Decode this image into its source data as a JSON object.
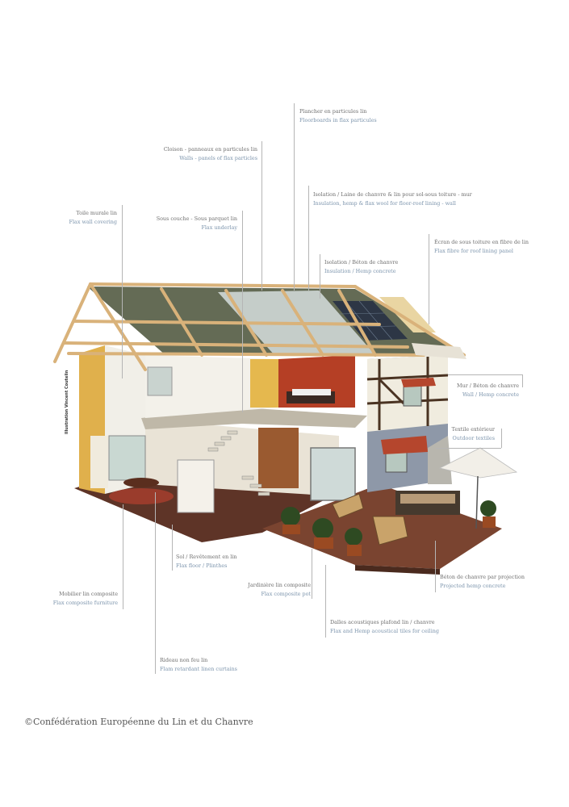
{
  "labels": [
    {
      "id": "floorboards",
      "fr": "Plancher en particules lin",
      "en": "Floorboards in flax particules"
    },
    {
      "id": "walls-panels",
      "fr": "Cloison - panneaux en particules lin",
      "en": "Walls - panels of flax particles"
    },
    {
      "id": "insulation-wool",
      "fr": "Isolation / Laine de chanvre & lin pour sol-sous toiture - mur",
      "en": "Insulation, hemp & flax wool for floor-roof lining - wall"
    },
    {
      "id": "wall-covering",
      "fr": "Toile murale lin",
      "en": "Flax wall covering"
    },
    {
      "id": "underlay",
      "fr": "Sous couche - Sous parquet lin",
      "en": "Flax underlay"
    },
    {
      "id": "roof-screen",
      "fr": "Écran de sous toiture en fibre de lin",
      "en": "Flax fibre for roof lining panel"
    },
    {
      "id": "hemp-concrete",
      "fr": "Isolation / Béton de chanvre",
      "en": "Insulation / Hemp concrete"
    },
    {
      "id": "wall-hemp",
      "fr": "Mur / Béton de chanvre",
      "en": "Wall / Hemp concrete"
    },
    {
      "id": "outdoor-textiles",
      "fr": "Textile extérieur",
      "en": "Outdoor textiles"
    },
    {
      "id": "flax-floor",
      "fr": "Sol / Revêtement en lin",
      "en": "Flax floor / Plinthes"
    },
    {
      "id": "composite-pot",
      "fr": "Jardinière lin composite",
      "en": "Flax composite pot"
    },
    {
      "id": "composite-furniture",
      "fr": "Mobilier lin composite",
      "en": "Flax composite furniture"
    },
    {
      "id": "projected-hemp",
      "fr": "Béton de chanvre par projection",
      "en": "Projected hemp concrete"
    },
    {
      "id": "acoustic-tiles",
      "fr": "Dalles acoustiques plafond lin / chanvre",
      "en": "Flax and Hemp acoustical tiles for ceiling"
    },
    {
      "id": "curtains",
      "fr": "Rideau non feu lin",
      "en": "Flam retardant linen curtains"
    }
  ],
  "credit": "Illustration Vincent Coutelin",
  "footer": "©Confédération Européenne du Lin et du Chanvre",
  "colors": {
    "label_fr": "#6f6f6f",
    "label_en": "#7d95ad",
    "leader": "#b5b5b5",
    "timber": "#d9b27a",
    "floor": "#6b3a2a",
    "stone": "#8e98a8"
  }
}
